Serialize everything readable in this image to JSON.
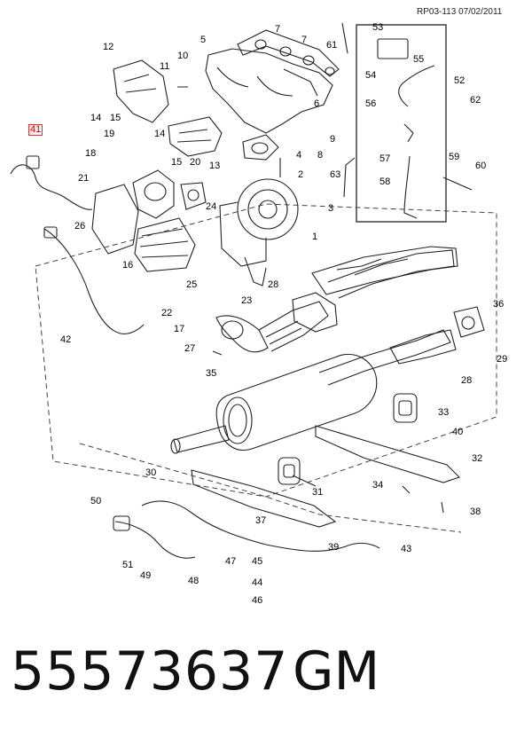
{
  "header": {
    "ref": "RP03-113 07/02/2011"
  },
  "callouts": [
    "1",
    "2",
    "3",
    "4",
    "5",
    "6",
    "7",
    "7",
    "8",
    "9",
    "10",
    "11",
    "12",
    "13",
    "14",
    "14",
    "15",
    "15",
    "16",
    "17",
    "18",
    "19",
    "20",
    "21",
    "22",
    "23",
    "24",
    "25",
    "26",
    "27",
    "28",
    "28",
    "29",
    "30",
    "31",
    "32",
    "33",
    "34",
    "35",
    "36",
    "37",
    "38",
    "39",
    "40",
    "41",
    "42",
    "43",
    "44",
    "45",
    "46",
    "47",
    "48",
    "49",
    "50",
    "51",
    "52",
    "53",
    "54",
    "55",
    "56",
    "57",
    "58",
    "59",
    "60",
    "61",
    "62",
    "63"
  ],
  "highlighted_callout": "41",
  "footer": {
    "part_number": "55573637",
    "make": "GM"
  }
}
